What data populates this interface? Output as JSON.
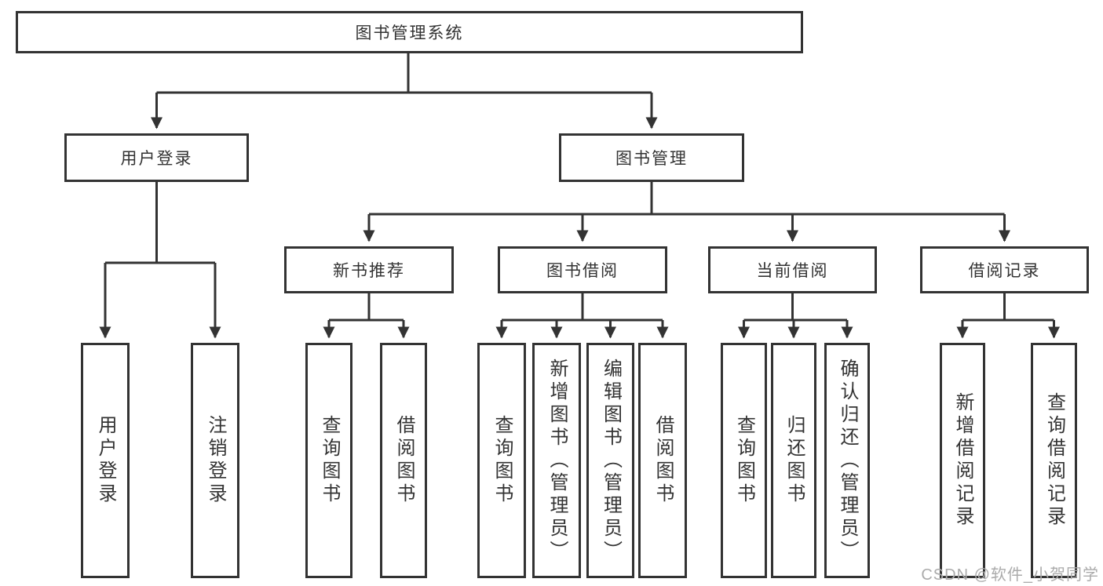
{
  "tree": {
    "root": {
      "label": "图书管理系统",
      "children": [
        {
          "label": "用户登录",
          "children": [
            {
              "label": "用户登录"
            },
            {
              "label": "注销登录"
            }
          ]
        },
        {
          "label": "图书管理",
          "children": [
            {
              "label": "新书推荐",
              "children": [
                {
                  "label": "查询图书"
                },
                {
                  "label": "借阅图书"
                }
              ]
            },
            {
              "label": "图书借阅",
              "children": [
                {
                  "label": "查询图书"
                },
                {
                  "label": "新增图书（管理员）"
                },
                {
                  "label": "编辑图书（管理员）"
                },
                {
                  "label": "借阅图书"
                }
              ]
            },
            {
              "label": "当前借阅",
              "children": [
                {
                  "label": "查询图书"
                },
                {
                  "label": "归还图书"
                },
                {
                  "label": "确认归还（管理员）"
                }
              ]
            },
            {
              "label": "借阅记录",
              "children": [
                {
                  "label": "新增借阅记录"
                },
                {
                  "label": "查询借阅记录"
                }
              ]
            }
          ]
        }
      ]
    }
  },
  "watermark": {
    "text": "CSDN @软件_小贺同学"
  },
  "colors": {
    "line": "#333333",
    "box_border": "#333333",
    "box_fill": "#ffffff",
    "text": "#333333",
    "watermark": "#ababab",
    "background": "#ffffff"
  }
}
